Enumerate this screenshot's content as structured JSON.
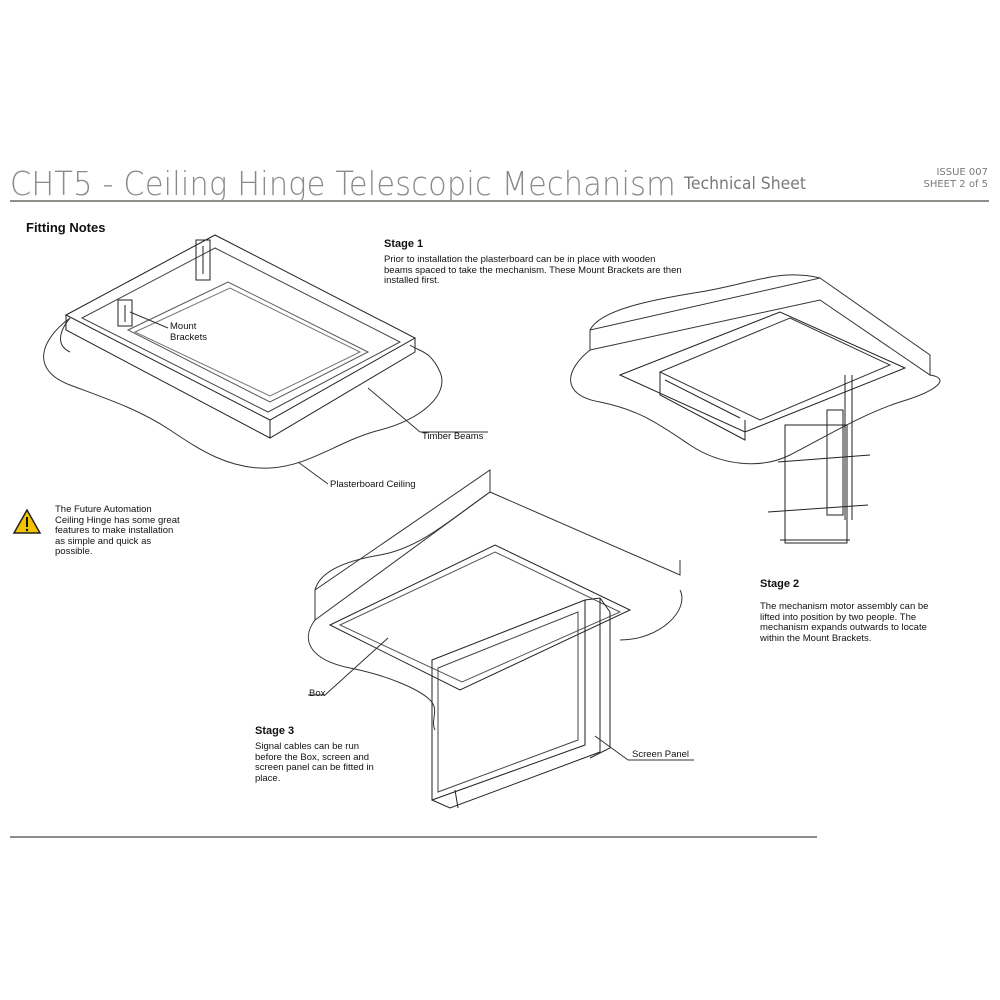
{
  "header": {
    "title": "CHT5 - Ceiling Hinge Telescopic Mechanism",
    "sheet_type": "Technical Sheet",
    "issue": "ISSUE 007",
    "sheet": "SHEET 2 of 5"
  },
  "section_heading": "Fitting Notes",
  "stage1": {
    "heading": "Stage 1",
    "text": "Prior to installation the plasterboard can be in place with wooden beams spaced to take the mechanism. These Mount Brackets are then installed first."
  },
  "stage2": {
    "heading": "Stage 2",
    "text": "The mechanism motor assembly can be lifted into position by two people. The mechanism expands outwards to locate within the Mount Brackets."
  },
  "stage3": {
    "heading": "Stage 3",
    "text": "Signal cables can be run before the Box, screen and screen panel can be fitted in place."
  },
  "warning": {
    "text": "The Future Automation Ceiling Hinge has some great features to make installation as simple and quick as possible."
  },
  "callouts": {
    "mount_brackets_1": "Mount",
    "mount_brackets_2": "Brackets",
    "timber_beams": "Timber Beams",
    "plasterboard_ceiling": "Plasterboard Ceiling",
    "box": "Box",
    "screen_panel": "Screen Panel"
  },
  "colors": {
    "title_gray": "#8a8a8a",
    "rule_gray": "#8a9088",
    "warning_yellow": "#f2c300"
  },
  "icons": [
    "warning-triangle-icon"
  ]
}
